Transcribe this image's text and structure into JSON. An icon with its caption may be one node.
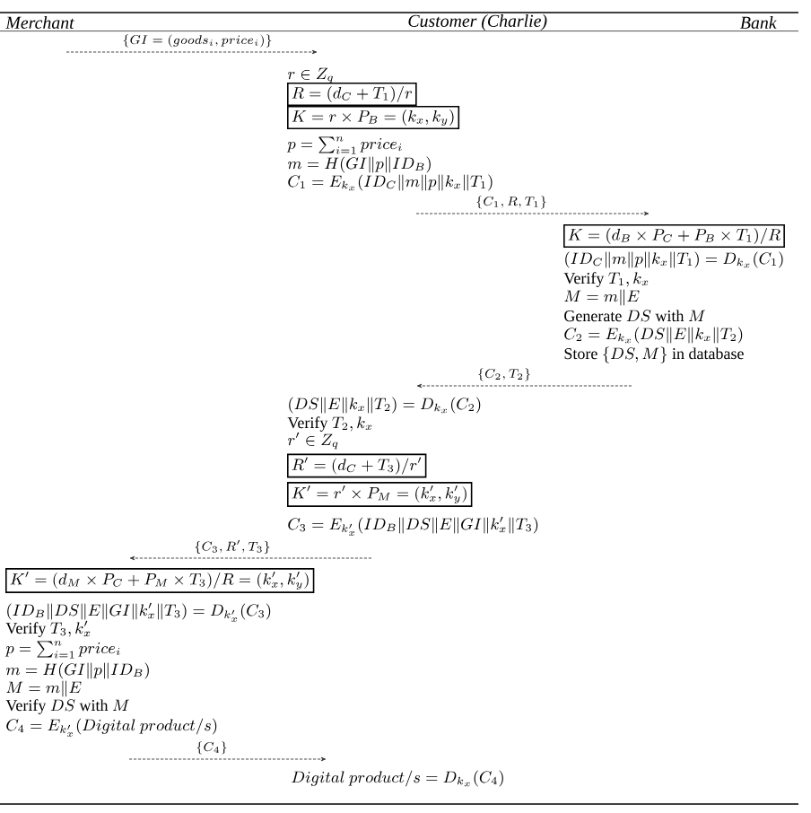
{
  "diagram": {
    "nodes": [
      {
        "text": [
          "r \\in Z_q",
          "p = \\sum_{i=1}^{n} price_i",
          "m = H(GI\\|p\\|ID_B)",
          "C_1 = E_{k_x}(ID_C\\|m\\|p\\|k_x\\|T_1)"
        ]
      },
      {
        "text": [
          "R = (d_C + T_1)/r"
        ],
        "in": 0
      },
      {
        "text": [
          "K = r \\times P_B = (k_x, k_y)"
        ],
        "in": 0
      },
      {
        "text": [
          "(ID_C\\|m\\|p\\|k_x\\|T_1) = D_{k_x}(C_1)",
          "\\text{Verify } T_1, k_x",
          "M = m\\|E",
          "\\text{Generate } DS \\text{ with } M",
          "C_2 = E_{k_x}(DS\\|E\\|k_x\\|T_2)",
          "\\text{Store } \\{DS, M\\} \\text{ in database}"
        ]
      },
      {
        "text": [
          "K = (d_B \\times P_C + P_B \\times T_1)/R"
        ],
        "in": 3
      },
      {
        "text": [
          "(DS\\|E\\|k_x\\|T_2) = D_{k_x}(C_2)",
          "\\text{Verify } T_2, k_x",
          "r' \\in Z_q",
          "C_3 = E_{k'_x}(ID_B\\|DS\\|E\\|GI\\|k'_x\\|T_3)"
        ]
      },
      {
        "text": [
          "R' = (d_C + T_3)/r'"
        ],
        "in": 5
      },
      {
        "text": [
          "K' = r' \\times P_M = (k'_x, k'_y)"
        ],
        "in": 5
      },
      {
        "text": [
          "(ID_B\\|DS\\|E\\|GI\\|k'_x\\|T_3) = D_{k'_x}(C_3)",
          "\\text{Verify } T_3, k'_x",
          "p = \\sum_{i=1}^{n} price_i",
          "m = H(GI\\|p\\|ID_B)",
          "M = m\\|E",
          "\\text{Verify } DS \\text{ with } M",
          "C_4 = E_{k'_x}(Digital\\ product/s)"
        ]
      },
      {
        "text": [
          "K' = (d_M \\times P_C + P_M \\times T_3)/R = (k'_x, k'_y)"
        ],
        "in": 8
      },
      {
        "text": [
          "Digital\\ product/s = D_{k_x}(C_4)"
        ]
      }
    ],
    "edges": [
      {
        "from": null,
        "to": 0,
        "arrow": "to",
        "label": "\\{GI = (goods_i, price_i)\\}",
        "style": "dashed"
      },
      {
        "from": 0,
        "to": 4,
        "arrow": "to",
        "label": "\\{C_1, R, T_1\\}",
        "style": "dashed"
      },
      {
        "from": 3,
        "to": 5,
        "arrow": "to",
        "label": "\\{C_2, T_2\\}",
        "style": "dashed"
      },
      {
        "from": 5,
        "to": 9,
        "arrow": "to",
        "label": "\\{C_3, R', T_3\\}",
        "style": "dashed"
      },
      {
        "from": 8,
        "to": 10,
        "arrow": "to",
        "label": "\\{C_4\\}",
        "style": "dashed"
      }
    ],
    "labels": [
      "Merchant",
      "Customer (Charlie)",
      "Bank"
    ]
  }
}
